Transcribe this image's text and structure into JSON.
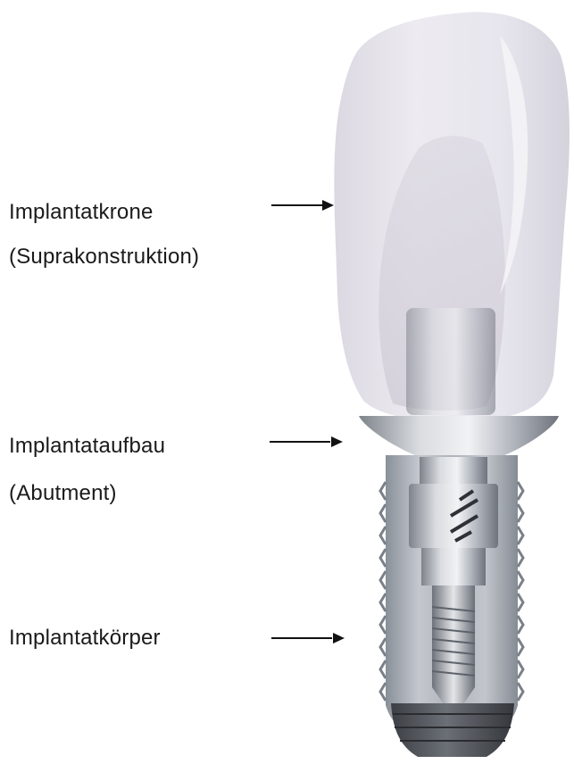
{
  "labels": {
    "crown": {
      "line1": "Implantatkrone",
      "line2": "(Suprakonstruktion)"
    },
    "abutment": {
      "line1": "Implantataufbau",
      "line2": "(Abutment)"
    },
    "body": {
      "line1": "Implantatkörper"
    }
  },
  "colors": {
    "crown": "#e4e2ea",
    "metal": "#b8bcc4",
    "implant": "#9aa0a8",
    "base": "#555960",
    "arrow": "#111111",
    "text": "#1a1a1a"
  }
}
